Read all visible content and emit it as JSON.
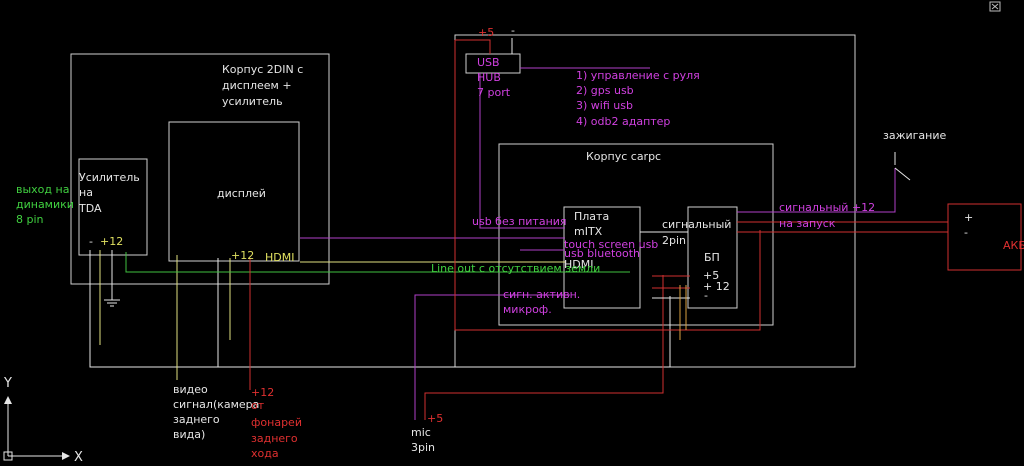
{
  "colors": {
    "background": "#000000",
    "box": "#cfcfcf",
    "wire_red": "#d03030",
    "wire_magenta": "#b040c8",
    "wire_yellow": "#e0e080",
    "wire_green": "#40c040",
    "text_white": "#e6e6e6",
    "text_magenta": "#d040e0",
    "text_red": "#e03030",
    "text_green": "#40d040"
  },
  "labels": {
    "case_2din": [
      "Корпус 2DIN с",
      "дисплеем +",
      "усилитель"
    ],
    "amplifier": [
      "Усилитель",
      "на",
      "TDA"
    ],
    "amp_minus": "-",
    "amp_plus12": "+12",
    "display": "дисплей",
    "display_plus12": "+12",
    "display_hdmi": "HDMI",
    "speakers_out": [
      "выход на",
      "динамики",
      "8 pin"
    ],
    "usb_hub": [
      "USB",
      "HUB",
      "7 port"
    ],
    "usb_plus5": "+5",
    "usb_minus": "-",
    "usb_devices": [
      "1) управление с руля",
      "2) gps usb",
      "3) wifi usb",
      "4) odb2 адаптер"
    ],
    "carpc_case": "Корпус carpc",
    "mitx_board": [
      "Плата",
      "mITX"
    ],
    "usb_no_power": "usb без питания",
    "touch_usb": "touch screen usb",
    "usb_bluetooth": "usb bluetooth",
    "board_hdmi": "HDMI",
    "line_out": "Line out с отсутствием земли",
    "signal_active_mic": [
      "сигн. активн.",
      "микроф."
    ],
    "signal_2pin": [
      "сигнальный",
      "2pin"
    ],
    "psu": "БП",
    "psu_plus5": "+5",
    "psu_plus12": "+ 12",
    "psu_minus": "-",
    "ignition": "зажигание",
    "signal_plus12": "сигнальный +12",
    "on_start": "на запуск",
    "battery": "АКБ",
    "battery_plus": "+",
    "battery_minus": "-",
    "video_signal": [
      "видео",
      "сигнал(камера",
      "заднего",
      "вида)"
    ],
    "reverse_plus12": "+12",
    "reverse_lights": [
      "от",
      "фонарей",
      "заднего",
      "хода"
    ],
    "mic_plus5": "+5",
    "mic": [
      "mic",
      "3pin"
    ],
    "axis_y": "Y",
    "axis_x": "X"
  }
}
